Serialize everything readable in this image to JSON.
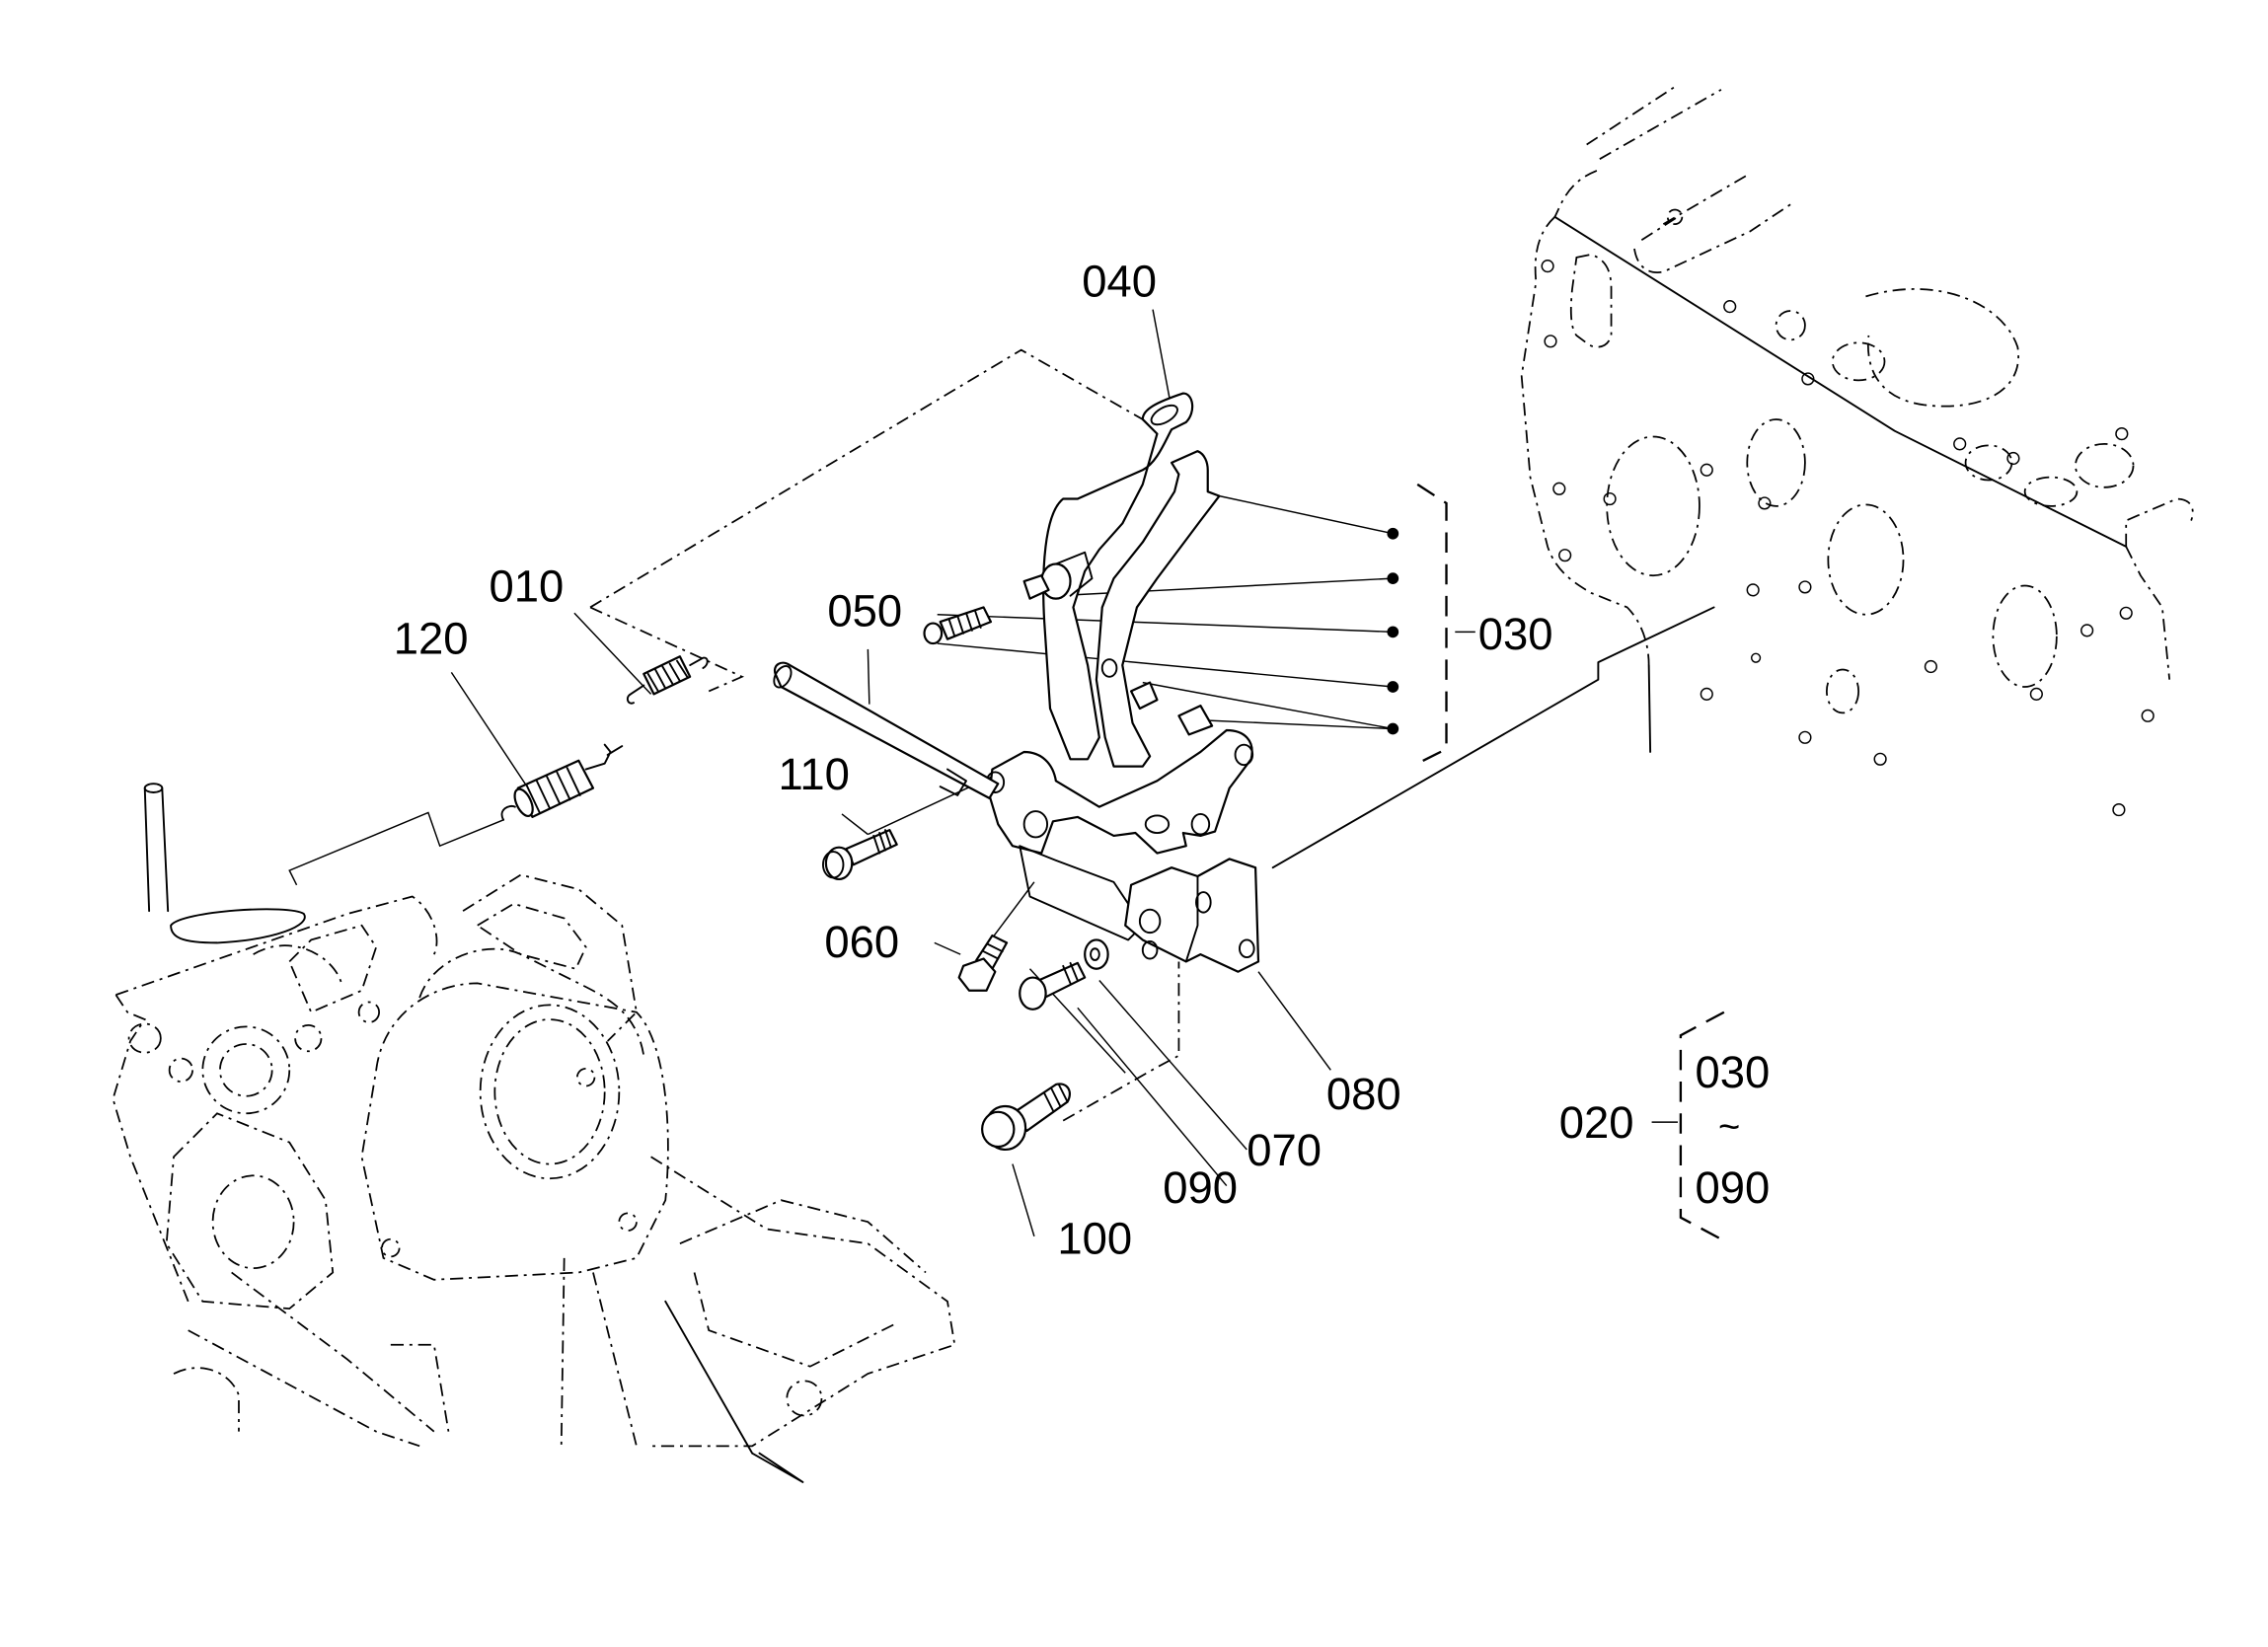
{
  "diagram": {
    "type": "exploded-parts-diagram",
    "background": "#ffffff",
    "line_color": "#000000",
    "callouts": [
      {
        "id": "010",
        "label": "010"
      },
      {
        "id": "020",
        "label": "020"
      },
      {
        "id": "030",
        "label": "030"
      },
      {
        "id": "040",
        "label": "040"
      },
      {
        "id": "050",
        "label": "050"
      },
      {
        "id": "060",
        "label": "060"
      },
      {
        "id": "070",
        "label": "070"
      },
      {
        "id": "080",
        "label": "080"
      },
      {
        "id": "090",
        "label": "090"
      },
      {
        "id": "100",
        "label": "100"
      },
      {
        "id": "110",
        "label": "110"
      },
      {
        "id": "120",
        "label": "120"
      }
    ],
    "assembly_bracket": {
      "label": "020",
      "range_start": "030",
      "range_separator": "~",
      "range_end": "090"
    },
    "subassembly_030_dots": 5
  }
}
